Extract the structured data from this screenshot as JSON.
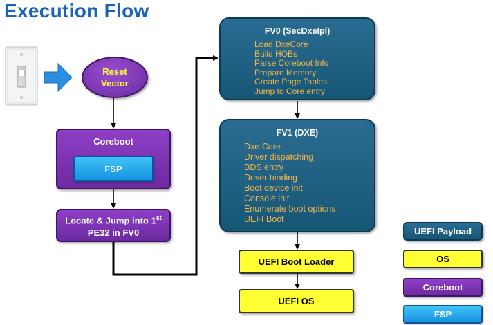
{
  "title": "Execution Flow",
  "nodes": {
    "reset": {
      "line1": "Reset",
      "line2": "Vector"
    },
    "coreboot": {
      "label": "Coreboot"
    },
    "fsp": {
      "label": "FSP"
    },
    "locate": {
      "line1": "Locate & Jump into 1",
      "sup": "st",
      "line2": "PE32 in FV0"
    },
    "fv0": {
      "title": "FV0 (SecDxeIpl)",
      "items": [
        "Load DxeCore",
        "Build HOBs",
        "Parse Coreboot Info",
        "Prepare Memory",
        "Create Page Tables",
        "Jump to Core entry"
      ]
    },
    "fv1": {
      "title": "FV1 (DXE)",
      "items": [
        "Dxe Core",
        "Driver dispatching",
        "BDS entry",
        "Driver binding",
        "Boot device init",
        "Console init",
        "Enumerate boot options",
        "UEFI Boot"
      ]
    },
    "bootloader": {
      "label": "UEFI Boot Loader"
    },
    "os": {
      "label": "UEFI OS"
    }
  },
  "legend": {
    "payload": "UEFI Payload",
    "os": "OS",
    "coreboot": "Coreboot",
    "fsp": "FSP"
  },
  "colors": {
    "title": "#1a63b8",
    "purple": "#7a32b0",
    "teal": "#1f6185",
    "yellow": "#ffff33",
    "blue": "#1ea6ec",
    "list_text": "#f2b64a"
  }
}
